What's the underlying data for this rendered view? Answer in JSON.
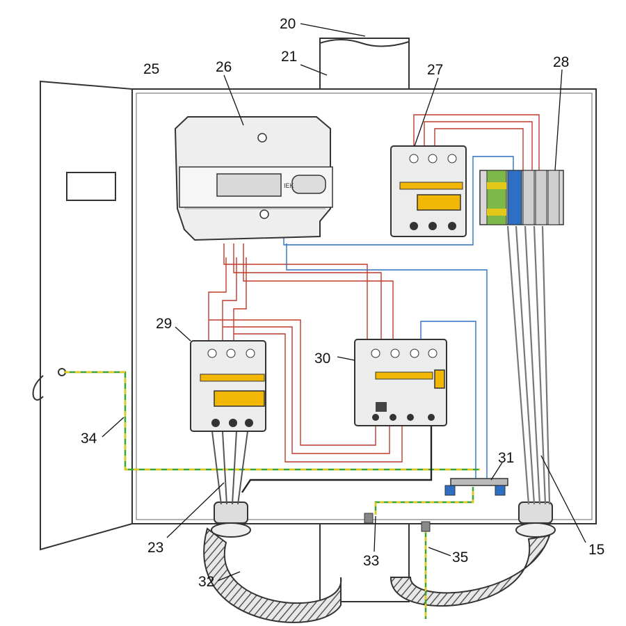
{
  "callouts": [
    {
      "key": "c20",
      "text": "20"
    },
    {
      "key": "c21",
      "text": "21"
    },
    {
      "key": "c25",
      "text": "25"
    },
    {
      "key": "c26",
      "text": "26"
    },
    {
      "key": "c27",
      "text": "27"
    },
    {
      "key": "c28",
      "text": "28"
    },
    {
      "key": "c29",
      "text": "29"
    },
    {
      "key": "c30",
      "text": "30"
    },
    {
      "key": "c31",
      "text": "31"
    },
    {
      "key": "c34",
      "text": "34"
    },
    {
      "key": "c23",
      "text": "23"
    },
    {
      "key": "c32",
      "text": "32"
    },
    {
      "key": "c33",
      "text": "33"
    },
    {
      "key": "c35",
      "text": "35"
    },
    {
      "key": "c15",
      "text": "15"
    }
  ],
  "meter": {
    "brand": "IEK"
  },
  "colors": {
    "phase_wire": "#c0392b",
    "neutral_wire": "#2e6fc4",
    "earth_wire_green": "#3aa335",
    "earth_wire_yellow": "#e3c81a",
    "breaker_handle": "#f2b705",
    "device_body": "#e6e6e6",
    "outline": "#333333"
  }
}
